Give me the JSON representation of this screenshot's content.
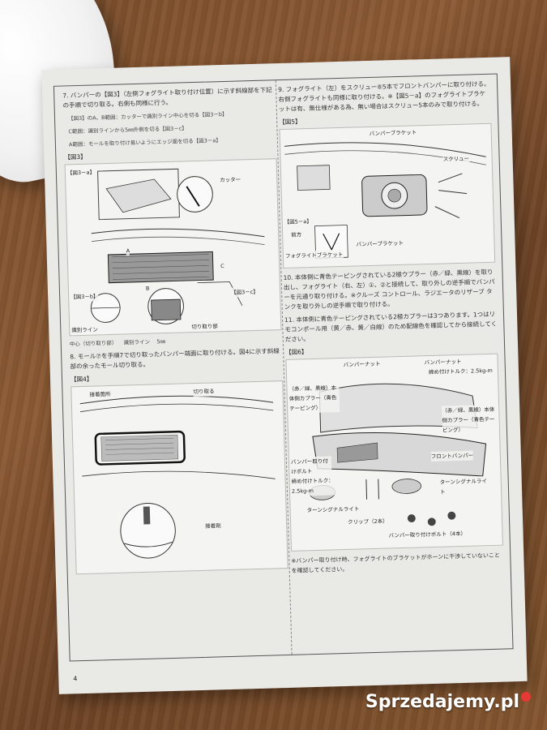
{
  "left_column": {
    "intro_text": "7. バンパーの【図3】（左側フォグライト取り付け位置）に示す斜線部を下記の手順で切り取る。右側も同様に行う。",
    "instr_b": "【図3】のA、B範囲：カッターで識別ライン中心を切る【図3－b】",
    "instr_c": "C範囲：識別ラインから5㎜外側を切る【図3－c】",
    "instr_a": "A範囲：モールを取り付け易いようにエッジ面を切る【図3－a】",
    "fig3_label": "【図3】",
    "fig3a_label": "【図3－a】",
    "cutter_label": "カッター",
    "a_label": "A",
    "b_label": "B",
    "c_label": "C",
    "fig3b_label": "【図3－b】",
    "fig3c_label": "【図3－c】",
    "center_label": "中心（切り取り部）",
    "id_line_b": "識別ライン",
    "id_line_c": "識別ライン",
    "five_mm": "5㎜",
    "cut_part": "切り取り部",
    "step8": "8. モール⑦を手順7で切り取ったバンパー端面に取り付ける。図4に示す斜線部の余ったモール切り取る。",
    "fig4_label": "【図4】",
    "adhesive_area": "接着箇所",
    "cut_off": "切り取る",
    "adhesive": "接着剤"
  },
  "right_column": {
    "step9": "9. フォグライト（左）をスクリュー⑥5本でフロントバンパーに取り付ける。右側フォグライトも同様に取り付ける。※【図5－a】のフォグライトブラケットは有、無仕様がある為、無い場合はスクリュー5本のみで取り付ける。",
    "fig5_label": "【図5】",
    "bumper_bracket": "バンパーブラケット",
    "screw": "スクリュー",
    "fig5a_label": "【図5－a】",
    "front_label": "前方",
    "fog_bracket": "フォグライトブラケット",
    "bumper_bracket2": "バンパーブラケット",
    "step10": "10. 本体側に青色テーピングされている2極ウプラー（赤／緑、黒線）を取り出し、フォグライト（右、左）①、②と接続して、取り外しの逆手順でバンパーを元通り取り付ける。※クルーズ コントロール、ラジエータのリザーブ タンクを取り外しの逆手順で取り付ける。",
    "step11": "11. 本体側に青色テーピングされている2極カプラーは3つあります。1つはリモコンポール用（黄／赤、黄／白線）のため配線色を確認してから接続してください。",
    "fig6_label": "【図6】",
    "bumper_nut": "バンパーナット",
    "bumper_nut2": "バンパーナット",
    "torque_nut": "締め付けトルク：2.5kg-m",
    "coupler_left": "（赤／緑、黒線）本体側カプラー（青色テーピング）",
    "coupler_right": "（赤／緑、黒線）本体側カプラー（青色テーピング）",
    "front_bumper": "フロントバンパー",
    "bumper_bolt_left": "バンパー取り付けボルト",
    "torque_bolt": "締め付けトルク：2.5kg-m",
    "turn_signal_right": "ターンシグナルライト",
    "turn_signal_left": "ターンシグナルライト",
    "clip": "クリップ（2本）",
    "bumper_bolt_bottom": "バンパー取り付けボルト（4本）",
    "note": "※バンパー取り付け時、フォグライトのブラケットがホーンに干渉していないことを確認してください。"
  },
  "page_number": "4",
  "watermark": "Sprzedajemy.pl"
}
